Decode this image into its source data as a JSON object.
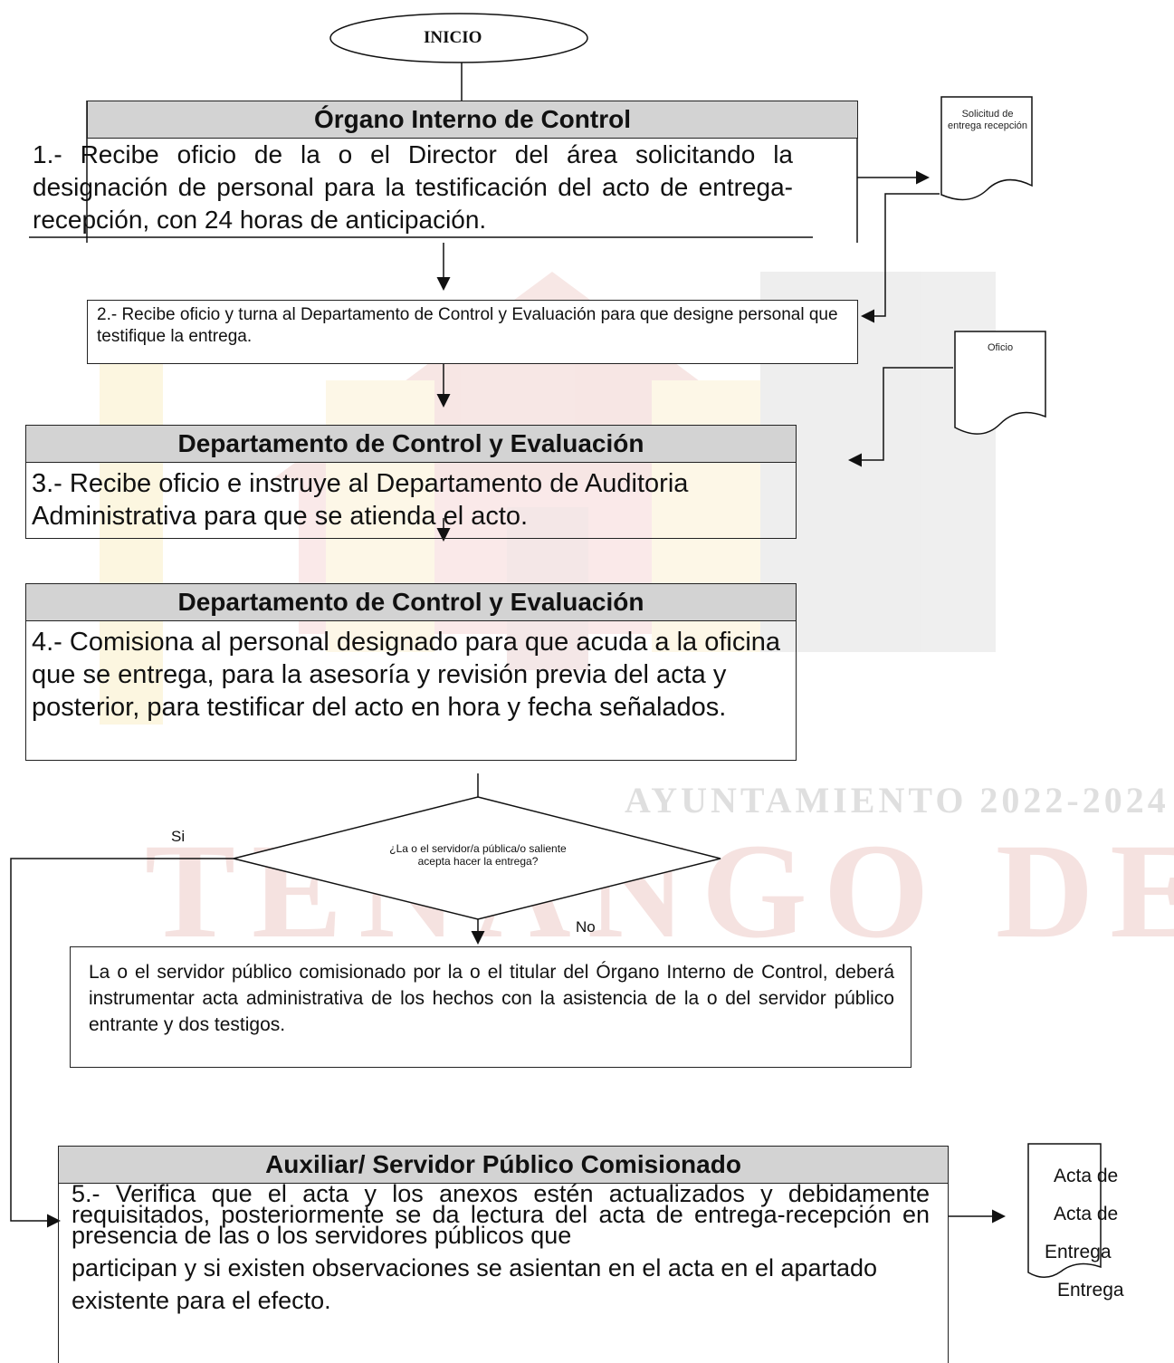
{
  "start": {
    "label": "INICIO"
  },
  "steps": {
    "s1": {
      "header": "Órgano Interno de Control",
      "text": "1.- Recibe oficio de la o el Director del área solicitando la designación de personal para la testificación del acto de entrega-recepción, con 24 horas de anticipación."
    },
    "s2": {
      "text": "2.- Recibe oficio y turna al Departamento de Control y Evaluación para que designe personal que testifique la entrega."
    },
    "s3": {
      "header": "Departamento de Control y Evaluación",
      "text": "3.- Recibe oficio e instruye al Departamento de Auditoria Administrativa para que se atienda el acto."
    },
    "s4": {
      "header": "Departamento de Control y Evaluación",
      "text": "4.- Comisiona al personal designado para que acuda a la oficina que se entrega, para la asesoría y revisión previa del acta y posterior, para testificar del acto en hora y fecha señalados."
    },
    "s5": {
      "header": "Auxiliar/ Servidor Público Comisionado",
      "text_a": "5.- Verifica que el acta y los anexos estén actualizados y debidamente requisitados, posteriormente se da lectura del acta de entrega-recepción en presencia de las o los servidores públicos que",
      "text_b": "participan y si existen observaciones se asientan en el acta en el apartado existente para el efecto."
    }
  },
  "decision": {
    "question": "¿La o el servidor/a pública/o saliente acepta hacer la entrega?",
    "yes_label": "Si",
    "no_label": "No"
  },
  "no_box": {
    "text": "La o el servidor público comisionado por la o el titular del Órgano Interno de Control, deberá instrumentar acta administrativa de los hechos con la asistencia de la o del servidor público entrante y dos testigos."
  },
  "documents": {
    "doc1": "Solicitud de entrega recepción",
    "doc2": "Oficio",
    "doc3_lines": [
      "Acta de",
      "Acta de",
      "Entrega",
      "Entrega"
    ]
  },
  "watermark": {
    "text": "TENANGO DEL AIRE",
    "small_text": "AYUNTAMIENTO 2022-2024"
  },
  "colors": {
    "header_fill": "#d3d3d3",
    "line": "#222222"
  }
}
